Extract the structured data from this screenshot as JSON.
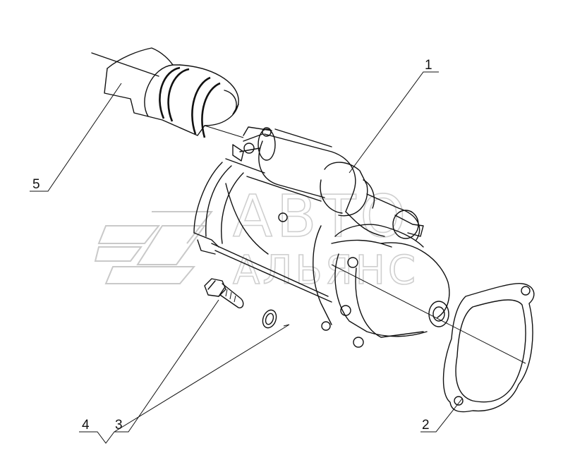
{
  "watermark": {
    "line1": "АВТО",
    "line2": "АЛЬЯНС"
  },
  "callouts": [
    {
      "id": "1",
      "label": "1"
    },
    {
      "id": "2",
      "label": "2"
    },
    {
      "id": "3",
      "label": "3"
    },
    {
      "id": "4",
      "label": "4"
    },
    {
      "id": "5",
      "label": "5"
    }
  ]
}
